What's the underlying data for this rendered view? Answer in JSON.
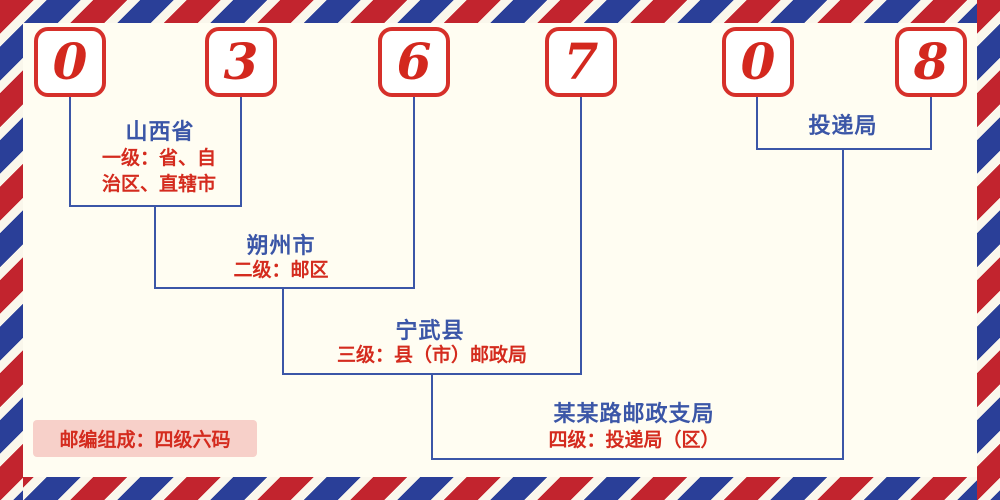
{
  "colors": {
    "accent_red": "#d3281e",
    "accent_blue": "#3b56a7",
    "stripe_red": "#c2242e",
    "stripe_blue": "#2a3f98",
    "background": "#fffdf2",
    "badge_background": "#f7d0c9"
  },
  "postal_code": {
    "digits": [
      "0",
      "3",
      "6",
      "7",
      "0",
      "8"
    ]
  },
  "levels": {
    "level1": {
      "name": "山西省",
      "desc": "一级：省、自治区、直辖市"
    },
    "level2": {
      "name": "朔州市",
      "desc": "二级：邮区"
    },
    "level3": {
      "name": "宁武县",
      "desc": "三级：县（市）邮政局"
    },
    "level4": {
      "name": "某某路邮政支局",
      "desc": "四级：投递局（区）"
    },
    "delivery": {
      "name": "投递局"
    }
  },
  "footer": {
    "composition_note": "邮编组成：四级六码"
  }
}
